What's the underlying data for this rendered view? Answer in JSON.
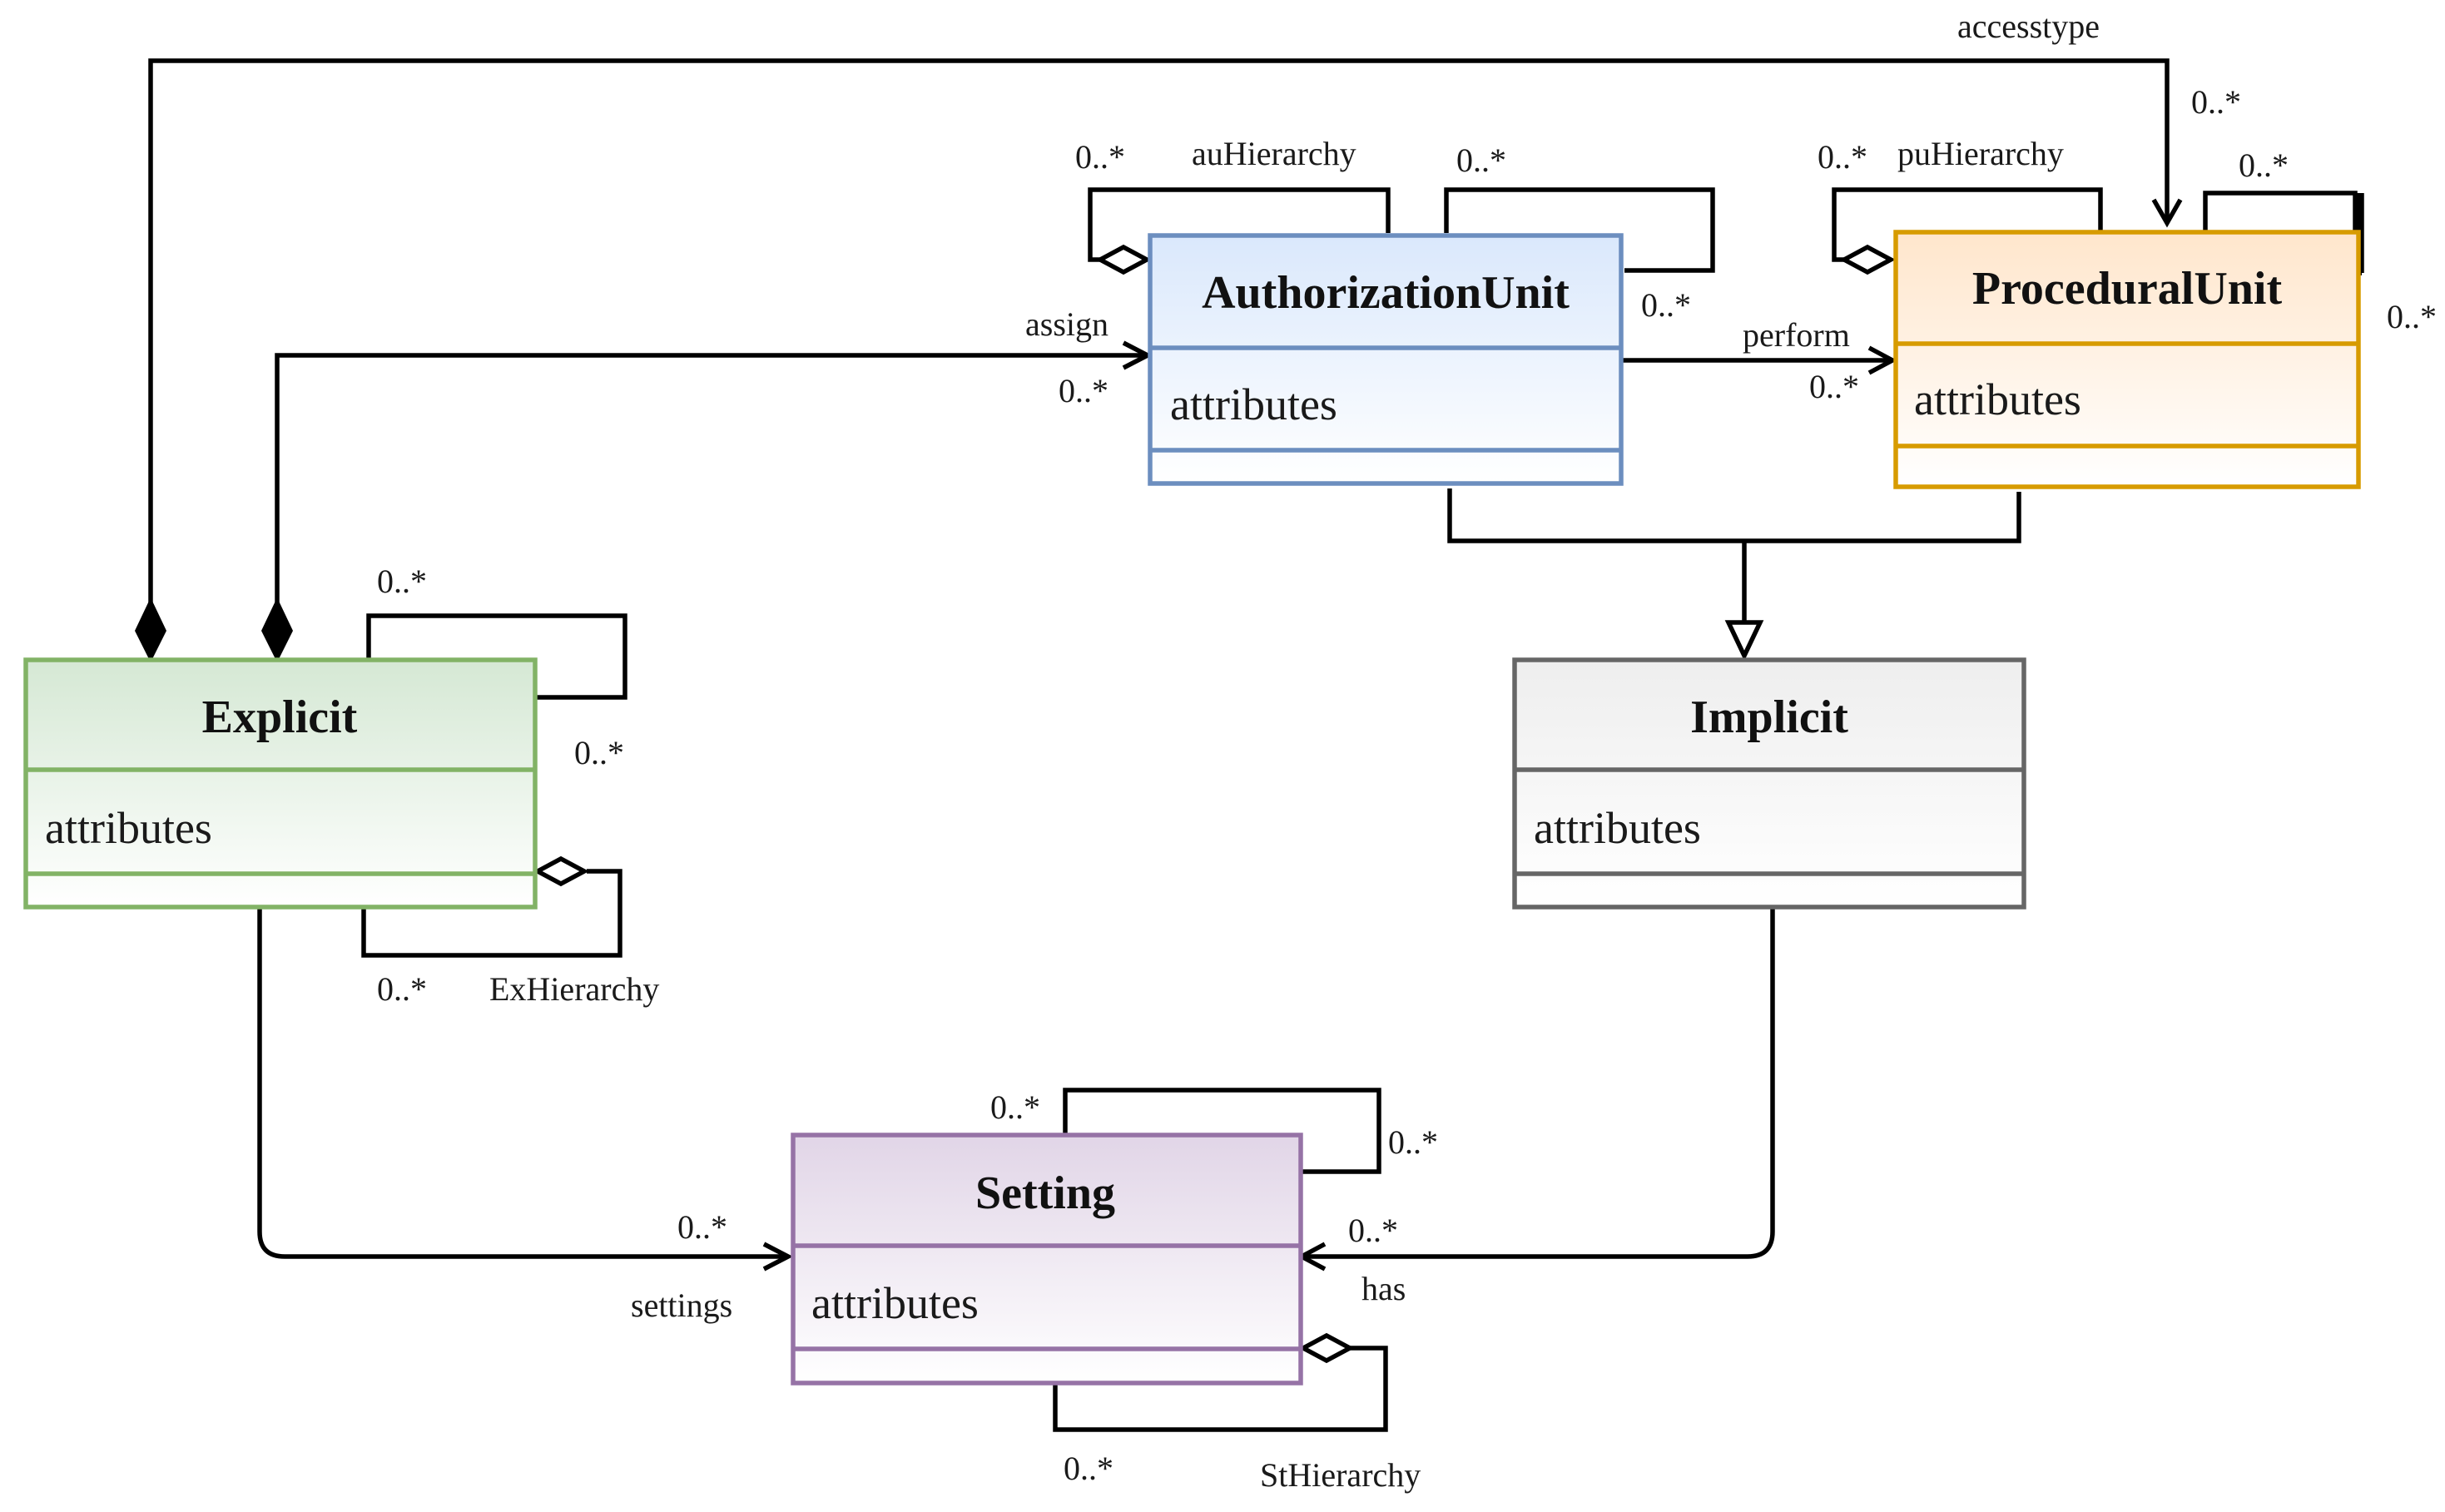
{
  "classes": {
    "authorization_unit": {
      "name": "AuthorizationUnit",
      "attributes": "attributes",
      "border": "#6c8ebf",
      "fill_top": "#dae8fc",
      "fill_bottom": "#ffffff"
    },
    "procedural_unit": {
      "name": "ProceduralUnit",
      "attributes": "attributes",
      "border": "#d79b00",
      "fill_top": "#ffe6cc",
      "fill_bottom": "#ffffff"
    },
    "explicit": {
      "name": "Explicit",
      "attributes": "attributes",
      "border": "#82b366",
      "fill_top": "#d5e8d4",
      "fill_bottom": "#ffffff"
    },
    "implicit": {
      "name": "Implicit",
      "attributes": "attributes",
      "border": "#666666",
      "fill_top": "#eeeeee",
      "fill_bottom": "#ffffff"
    },
    "setting": {
      "name": "Setting",
      "attributes": "attributes",
      "border": "#9673a6",
      "fill_top": "#e1d5e7",
      "fill_bottom": "#ffffff"
    }
  },
  "labels": {
    "accesstype": "accesstype",
    "accesstype_mult": "0..*",
    "au_hierarchy": "auHierarchy",
    "au_hier_mult": "0..*",
    "au_self_top": "0..*",
    "au_self_right": "0..*",
    "assign": "assign",
    "assign_mult": "0..*",
    "perform": "perform",
    "perform_mult": "0..*",
    "pu_hierarchy": "puHierarchy",
    "pu_hier_mult": "0..*",
    "pu_self_top": "0..*",
    "pu_self_right": "0..*",
    "ex_self_top": "0..*",
    "ex_self_right": "0..*",
    "ex_hierarchy": "ExHierarchy",
    "ex_hier_mult": "0..*",
    "settings": "settings",
    "settings_mult": "0..*",
    "has": "has",
    "has_mult": "0..*",
    "st_self_top": "0..*",
    "st_self_right": "0..*",
    "st_hierarchy": "StHierarchy",
    "st_hier_mult": "0..*"
  }
}
